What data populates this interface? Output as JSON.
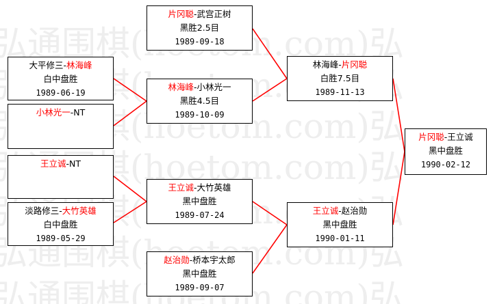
{
  "watermark": [
    "弘通围棋(hoetom.com)弘",
    "弘通围棋(hoetom.com)弘",
    "弘通围棋(hoetom.com)弘",
    "弘通围棋(hoetom.com)弘",
    "弘通围棋(hoetom.com)弘",
    "弘通围棋(hoetom.com)弘",
    "弘通围棋(hoetom.com)弘"
  ],
  "line_color": "#ff0000",
  "winner_color": "#ff0000",
  "matches": [
    {
      "id": "r1-1",
      "left": "大平修三",
      "right": "林海峰",
      "winner": "right",
      "result": "白中盘胜",
      "date": "1989-06-19"
    },
    {
      "id": "r1-2",
      "left": "小林光一",
      "right": "NT",
      "winner": "left",
      "result": "",
      "date": ""
    },
    {
      "id": "r1-3",
      "left": "王立诚",
      "right": "NT",
      "winner": "left",
      "result": "",
      "date": ""
    },
    {
      "id": "r1-4",
      "left": "淡路修三",
      "right": "大竹英雄",
      "winner": "right",
      "result": "白中盘胜",
      "date": "1989-05-29"
    },
    {
      "id": "r2-1",
      "left": "片冈聪",
      "right": "武宫正树",
      "winner": "left",
      "result": "黑胜2.5目",
      "date": "1989-09-18"
    },
    {
      "id": "r2-2",
      "left": "林海峰",
      "right": "小林光一",
      "winner": "left",
      "result": "黑胜4.5目",
      "date": "1989-10-09"
    },
    {
      "id": "r2-3",
      "left": "王立诚",
      "right": "大竹英雄",
      "winner": "left",
      "result": "黑中盘胜",
      "date": "1989-07-24"
    },
    {
      "id": "r2-4",
      "left": "赵治勋",
      "right": "桥本宇太郎",
      "winner": "left",
      "result": "黑中盘胜",
      "date": "1989-09-07"
    },
    {
      "id": "r3-1",
      "left": "林海峰",
      "right": "片冈聪",
      "winner": "right",
      "result": "白胜7.5目",
      "date": "1989-11-13"
    },
    {
      "id": "r3-2",
      "left": "王立诚",
      "right": "赵治勋",
      "winner": "left",
      "result": "黑中盘胜",
      "date": "1990-01-11"
    },
    {
      "id": "final",
      "left": "片冈聪",
      "right": "王立诚",
      "winner": "left",
      "result": "黑中盘胜",
      "date": "1990-02-12"
    }
  ]
}
